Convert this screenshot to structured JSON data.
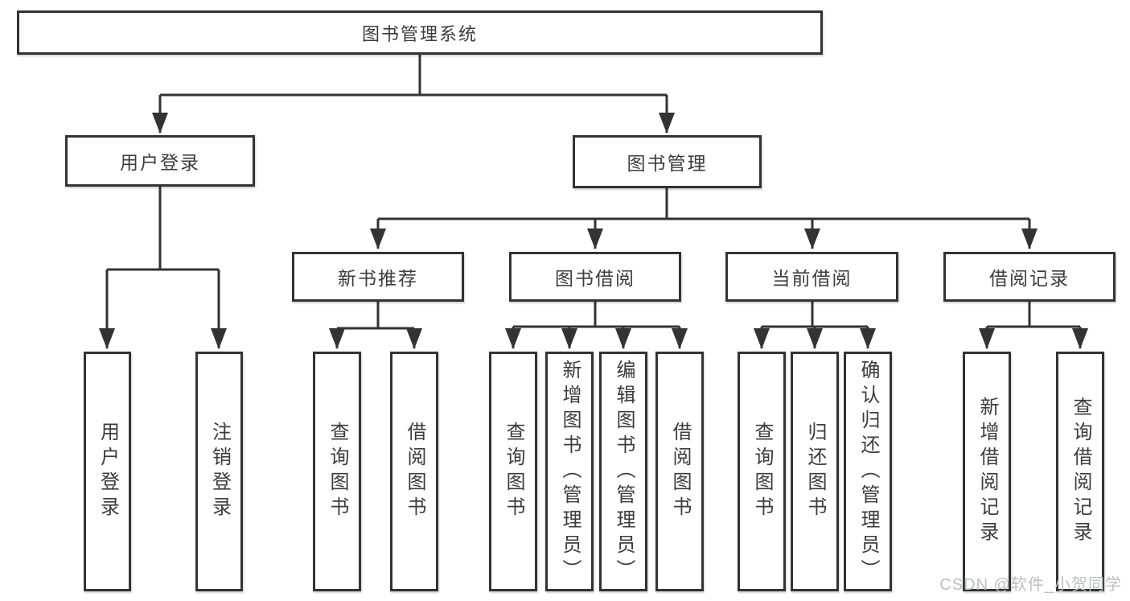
{
  "diagram_type": "hierarchy-tree",
  "tree": {
    "label": "图书管理系统",
    "children": [
      {
        "label": "用户登录",
        "children": [
          {
            "label": "用户登录"
          },
          {
            "label": "注销登录"
          }
        ]
      },
      {
        "label": "图书管理",
        "children": [
          {
            "label": "新书推荐",
            "children": [
              {
                "label": "查询图书"
              },
              {
                "label": "借阅图书"
              }
            ]
          },
          {
            "label": "图书借阅",
            "children": [
              {
                "label": "查询图书"
              },
              {
                "label": "新增图书（管理员）"
              },
              {
                "label": "编辑图书（管理员）"
              },
              {
                "label": "借阅图书"
              }
            ]
          },
          {
            "label": "当前借阅",
            "children": [
              {
                "label": "查询图书"
              },
              {
                "label": "归还图书"
              },
              {
                "label": "确认归还（管理员）"
              }
            ]
          },
          {
            "label": "借阅记录",
            "children": [
              {
                "label": "新增借阅记录"
              },
              {
                "label": "查询借阅记录"
              }
            ]
          }
        ]
      }
    ]
  },
  "watermark": {
    "text": "CSDN @软件_小贺同学"
  },
  "colors": {
    "line": "#333333",
    "box_border": "#333333",
    "box_fill": "#ffffff",
    "text": "#3c3c3c",
    "watermark": "#bcbfc3",
    "background": "#ffffff"
  }
}
